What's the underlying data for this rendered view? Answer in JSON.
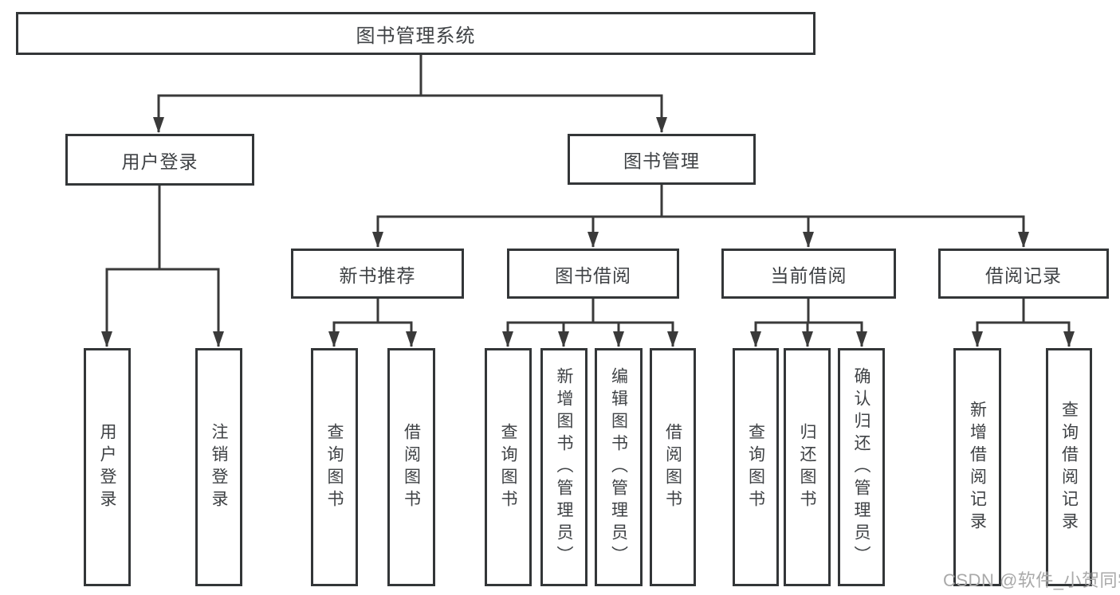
{
  "diagram": {
    "type": "hierarchy-tree",
    "tree": {
      "root": {
        "label": "图书管理系统"
      },
      "branches": [
        {
          "label": "用户登录",
          "leaves": [
            {
              "label": "用户登录"
            },
            {
              "label": "注销登录"
            }
          ]
        },
        {
          "label": "图书管理",
          "groups": [
            {
              "label": "新书推荐",
              "leaves": [
                {
                  "label": "查询图书"
                },
                {
                  "label": "借阅图书"
                }
              ]
            },
            {
              "label": "图书借阅",
              "leaves": [
                {
                  "label": "查询图书"
                },
                {
                  "label": "新增图书（管理员）"
                },
                {
                  "label": "编辑图书（管理员）"
                },
                {
                  "label": "借阅图书"
                }
              ]
            },
            {
              "label": "当前借阅",
              "leaves": [
                {
                  "label": "查询图书"
                },
                {
                  "label": "归还图书"
                },
                {
                  "label": "确认归还（管理员）"
                }
              ]
            },
            {
              "label": "借阅记录",
              "leaves": [
                {
                  "label": "新增借阅记录"
                },
                {
                  "label": "查询借阅记录"
                }
              ]
            }
          ]
        }
      ]
    },
    "colors": {
      "box_border": "#333638",
      "connector_line": "#3a3a3a",
      "text": "#3f4245",
      "background": "#ffffff",
      "watermark_text_color": "#a9a9a9"
    }
  },
  "watermark": {
    "text": "CSDN @软件_小贺同学"
  }
}
